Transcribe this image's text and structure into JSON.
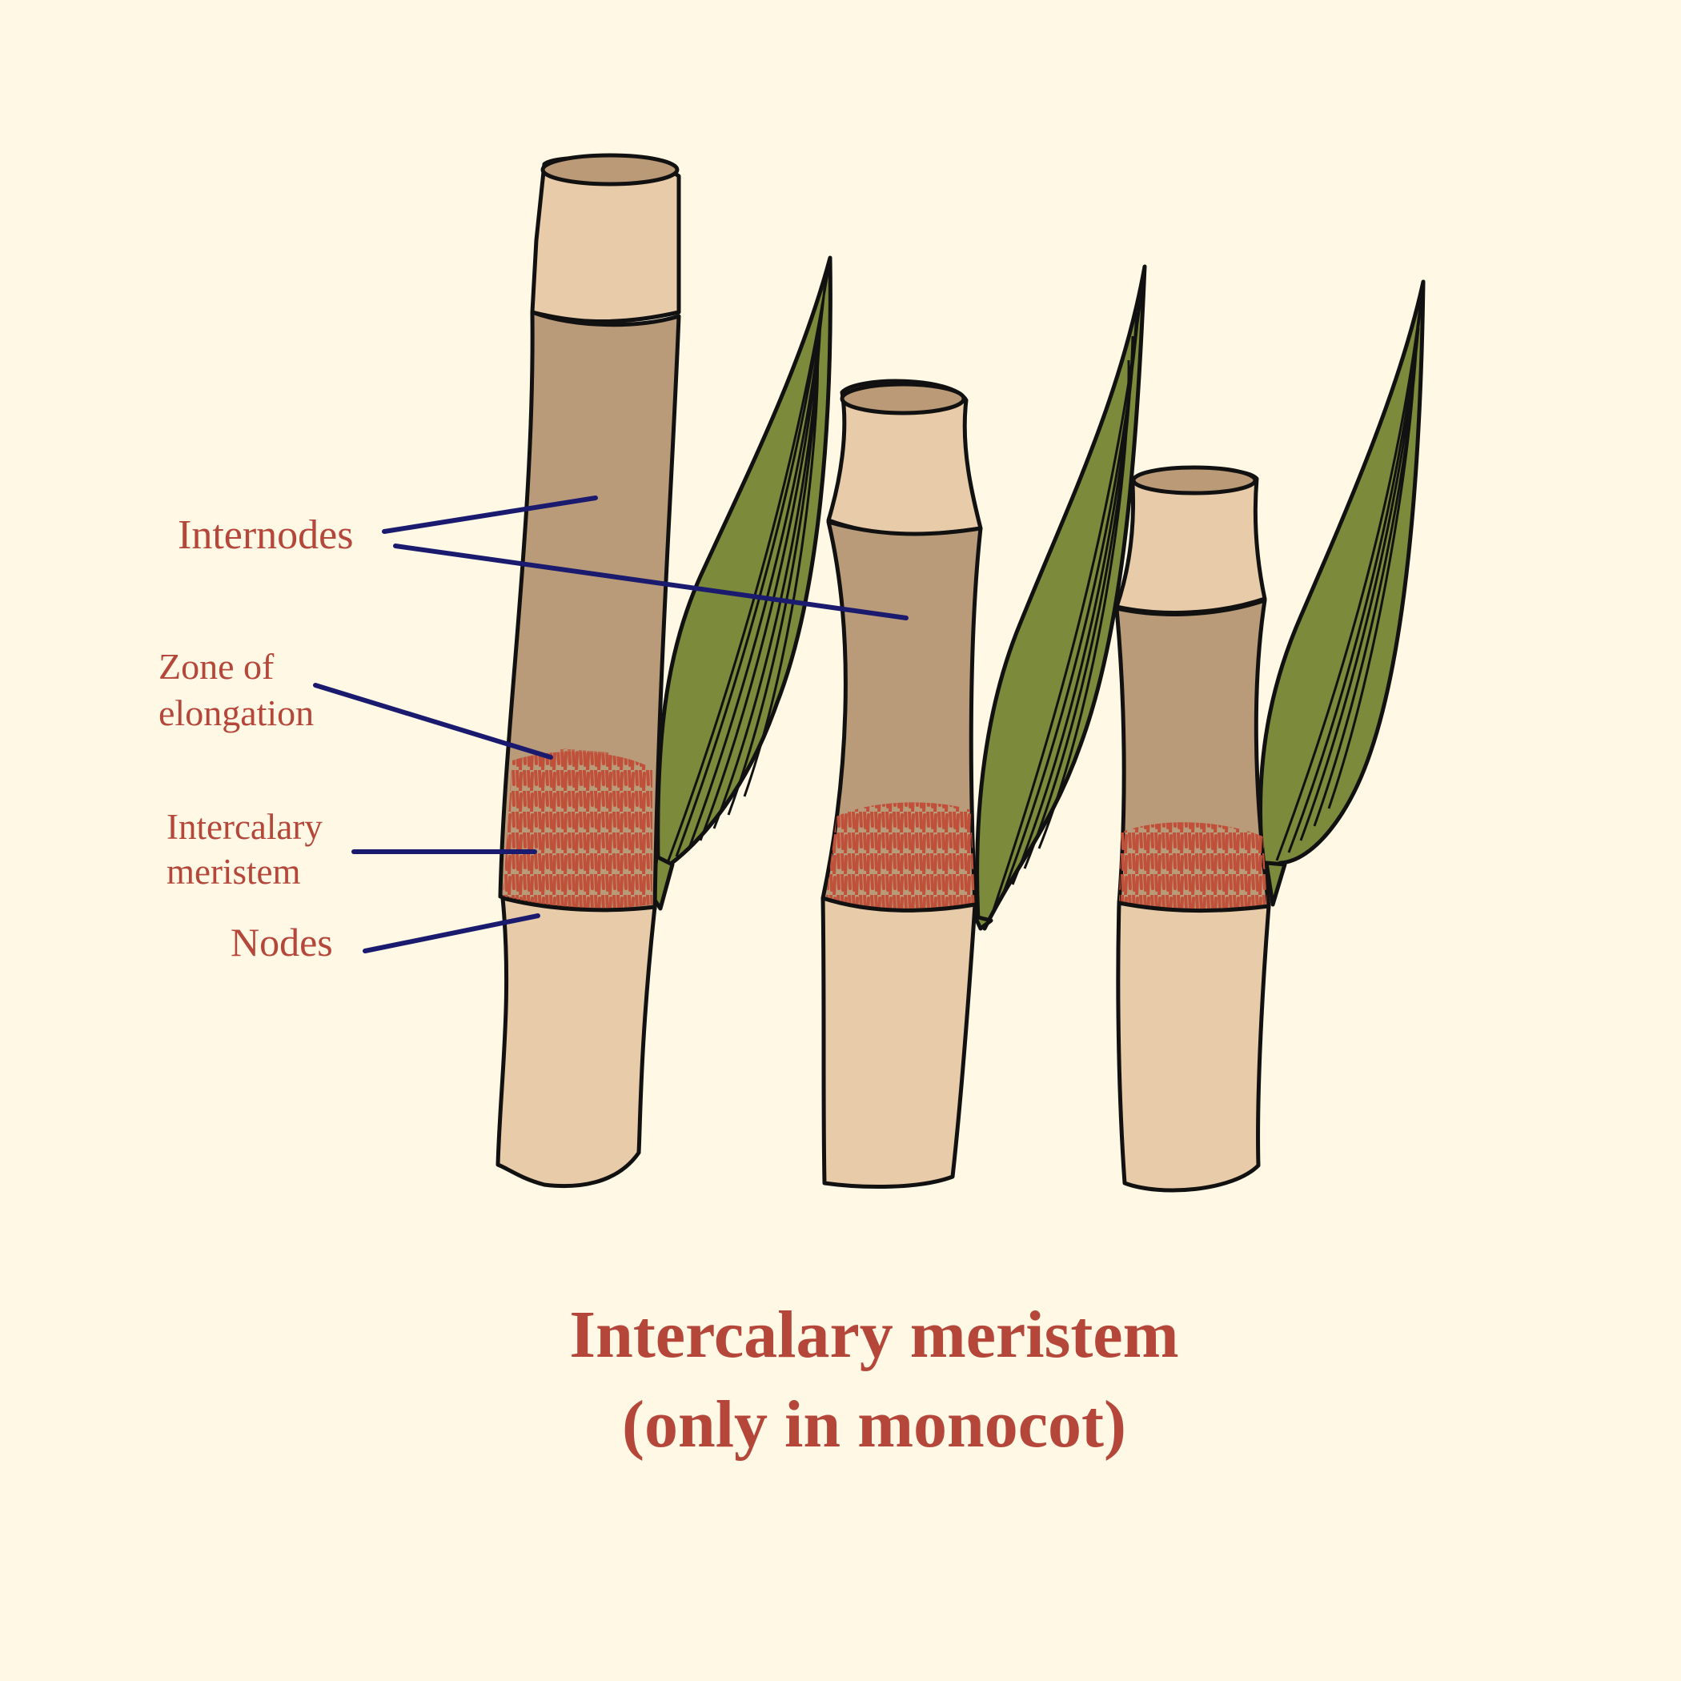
{
  "colors": {
    "background": "#fef8e5",
    "stem_light": "#e8cba8",
    "stem_dark": "#b99b79",
    "cut_top": "#bb9a78",
    "leaf": "#7c8a3b",
    "meristem": "#c0503a",
    "label_text": "#b4473a",
    "pointer_line": "#1a1a6e",
    "outline": "#111111"
  },
  "labels": {
    "internodes": "Internodes",
    "zone_of_elongation": [
      "Zone of",
      "elongation"
    ],
    "intercalary_meristem": [
      "Intercalary",
      "meristem"
    ],
    "nodes": "Nodes"
  },
  "title": {
    "line1": "Intercalary meristem",
    "line2": "(only in monocot)"
  }
}
